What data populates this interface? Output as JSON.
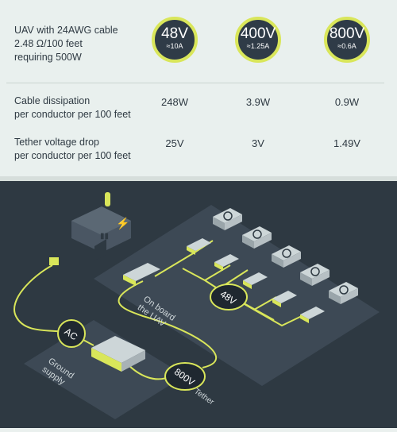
{
  "table": {
    "intro": "UAV with 24AWG cable\n2.48 Ω/100 feet\nrequiring 500W",
    "columns": [
      {
        "voltage": "48V",
        "current": "≈10A"
      },
      {
        "voltage": "400V",
        "current": "≈1.25A"
      },
      {
        "voltage": "800V",
        "current": "≈0.6A"
      }
    ],
    "rows": [
      {
        "label": "Cable dissipation\nper conductor per 100 feet",
        "values": [
          "248W",
          "3.9W",
          "0.9W"
        ]
      },
      {
        "label": "Tether voltage drop\nper conductor per 100 feet",
        "values": [
          "25V",
          "3V",
          "1.49V"
        ]
      }
    ]
  },
  "diagram": {
    "onboard_label": "On board\nthe UAV",
    "ground_label": "Ground\nsupply",
    "ac_label": "AC",
    "bus_label": "48V",
    "tether_voltage": "800V",
    "tether_label": "Tether",
    "colors": {
      "accent": "#d9e65a",
      "dark_bg": "#2e3942",
      "panel": "#3d4955"
    }
  }
}
